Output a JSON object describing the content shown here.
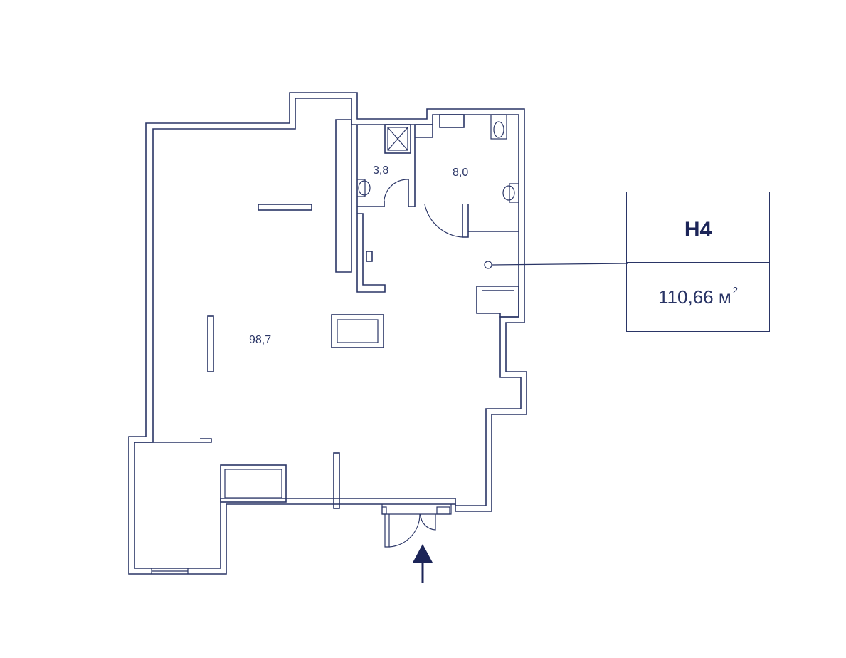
{
  "unit": {
    "name": "Н4",
    "area_value": "110,66 м",
    "area_superscript": "2"
  },
  "rooms": [
    {
      "id": "main",
      "area": "98,7"
    },
    {
      "id": "bath-small",
      "area": "3,8"
    },
    {
      "id": "bath-large",
      "area": "8,0"
    }
  ],
  "colors": {
    "line": "#2a3566",
    "title": "#1c2558",
    "background": "#ffffff"
  },
  "icons": [
    "entrance-arrow-icon",
    "shower-icon",
    "toilet-icon",
    "sink-icon"
  ]
}
